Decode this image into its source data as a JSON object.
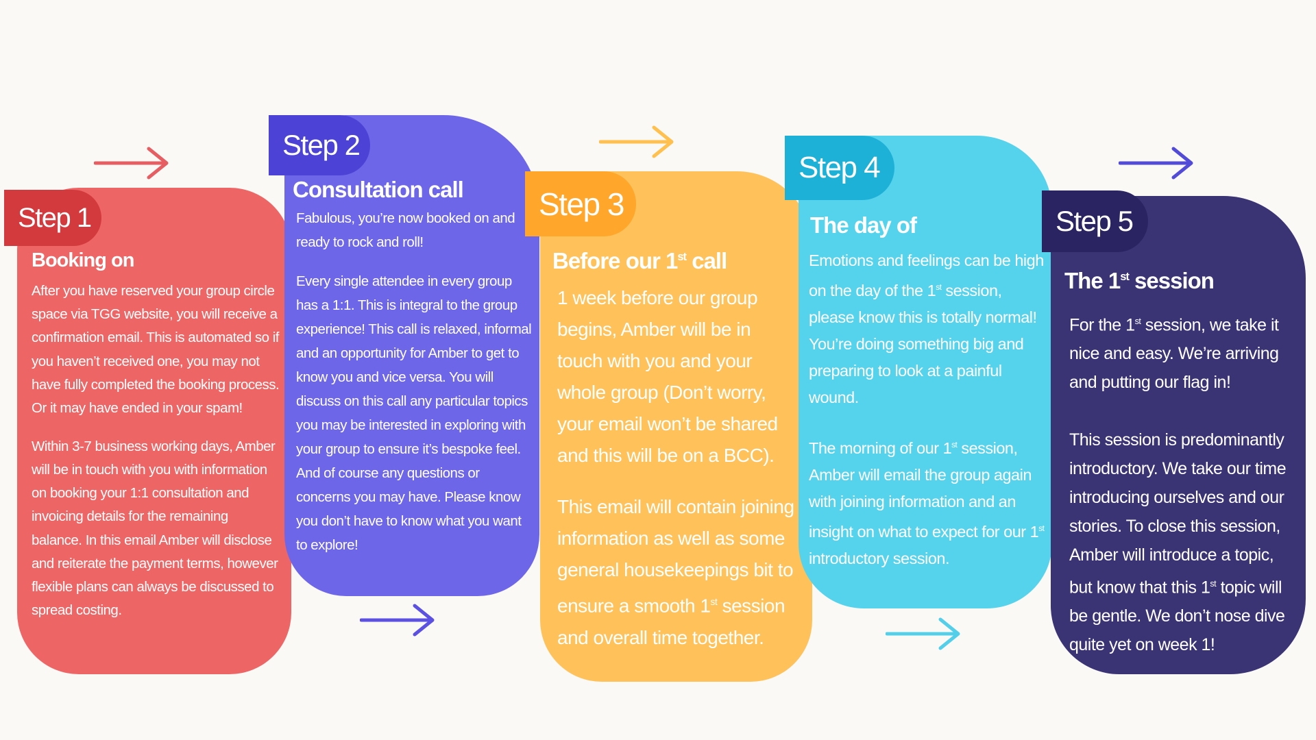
{
  "steps": [
    {
      "tag": "Step 1",
      "title": "Booking on",
      "paragraphs": [
        "After you have reserved your group circle space via TGG website, you will receive a confirmation email. This is automated so if you haven’t received one, you may not have fully completed the booking process. Or it may have ended in your spam!",
        "Within 3-7 business working days, Amber will be in touch with you with information on booking your 1:1 consultation and invoicing details for the remaining balance. In this email Amber will disclose and reiterate the payment terms, however flexible plans can always be discussed to spread costing."
      ]
    },
    {
      "tag": "Step 2",
      "title": "Consultation call",
      "paragraphs": [
        "Fabulous, you’re now booked on and ready to rock and roll!",
        "Every single attendee in every group has a 1:1. This is integral to the group experience! This call is relaxed, informal and an opportunity for Amber to get to know you and vice versa. You will discuss on this call any particular topics you may be interested in exploring with your group to ensure it’s bespoke feel. And of course any questions or concerns you may have. Please know you don’t have to know what you want to explore!"
      ]
    },
    {
      "tag": "Step 3",
      "title_pre": "Before our 1",
      "title_sup": "st",
      "title_post": " call",
      "p1": "1 week before our group begins, Amber will be in touch with you and your whole group (Don’t worry, your email won’t be shared and this will be on a BCC).",
      "p2_pre": "This email will contain joining information as well as some general housekeepings bit to ensure a smooth 1",
      "p2_sup": "st",
      "p2_post": " session and overall time together."
    },
    {
      "tag": "Step 4",
      "title": "The day of",
      "p1_pre": "Emotions and feelings can be high on the day of the 1",
      "p1_sup": "st",
      "p1_post": " session, please know this is totally normal! You’re doing something big and preparing to look at a painful wound.",
      "p2_pre": "The morning of our 1",
      "p2_sup": "st",
      "p2_mid": " session, Amber will email the group again with joining information and an insight on what to expect for our 1",
      "p2_sup2": "st",
      "p2_post": " introductory session."
    },
    {
      "tag": "Step 5",
      "title_pre": "The 1",
      "title_sup": "st",
      "title_post": " session",
      "p1_pre": "For the 1",
      "p1_sup": "st",
      "p1_post": " session, we take it nice and easy. We’re arriving and putting our flag in!",
      "p2_pre": "This session is predominantly introductory. We take our time introducing ourselves and our stories. To close this session, Amber will introduce a topic, but know that this 1",
      "p2_sup": "st",
      "p2_post": " topic will be gentle. We don’t nose dive quite yet on week 1!"
    }
  ],
  "colors": {
    "step1_card": "#ee6565",
    "step1_tag": "#d33a3e",
    "step2_card": "#6e66e8",
    "step2_tag": "#4c43d6",
    "step3_card": "#ffc25a",
    "step3_tag": "#ffa62b",
    "step4_card": "#56d3ec",
    "step4_tag": "#1db1d7",
    "step5_card": "#3a3475",
    "step5_tag": "#2a2562",
    "arrow_red": "#e65e62",
    "arrow_purple": "#5b50e2",
    "arrow_yellow": "#ffc04d",
    "arrow_cyan": "#53cfea",
    "arrow_navy": "#524bd8"
  }
}
